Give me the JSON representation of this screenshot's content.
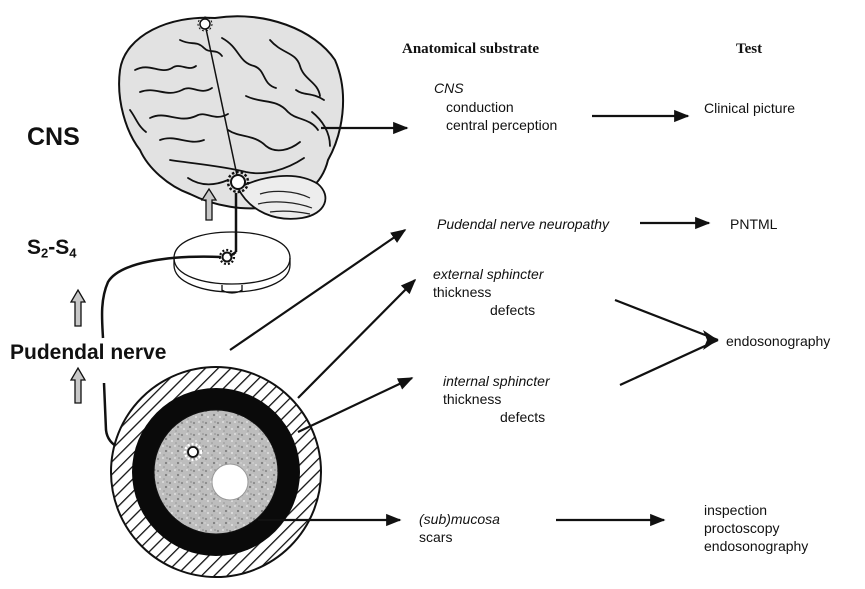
{
  "headers": {
    "substrate": "Anatomical substrate",
    "test": "Test"
  },
  "left_labels": {
    "cns": "CNS",
    "segment_base": "S",
    "segment_sub1": "2",
    "segment_dash": "-S",
    "segment_sub2": "4",
    "pudendal": "Pudendal nerve"
  },
  "rows": {
    "cns": {
      "title": "CNS",
      "line1": "conduction",
      "line2": "central perception",
      "test": "Clinical picture"
    },
    "pudendal": {
      "title": "Pudendal nerve neuropathy",
      "test": "PNTML"
    },
    "external": {
      "title": "external sphincter",
      "line1": "thickness",
      "line2": "defects"
    },
    "internal": {
      "title": "internal sphincter",
      "line1": "thickness",
      "line2": "defects"
    },
    "sphincter_test": "endosonography",
    "mucosa": {
      "title": "(sub)mucosa",
      "line1": "scars",
      "test1": "inspection",
      "test2": "proctoscopy",
      "test3": "endosonography"
    }
  },
  "icons": [
    "brain-illustration",
    "spinal-cord-section",
    "anal-canal-cross-section",
    "up-arrow-icon"
  ],
  "colors": {
    "ink": "#111111",
    "brain_fill": "#e2e2e2",
    "sphincter_black": "#0a0a0a",
    "mucosa_gray": "#bdbdbd"
  }
}
